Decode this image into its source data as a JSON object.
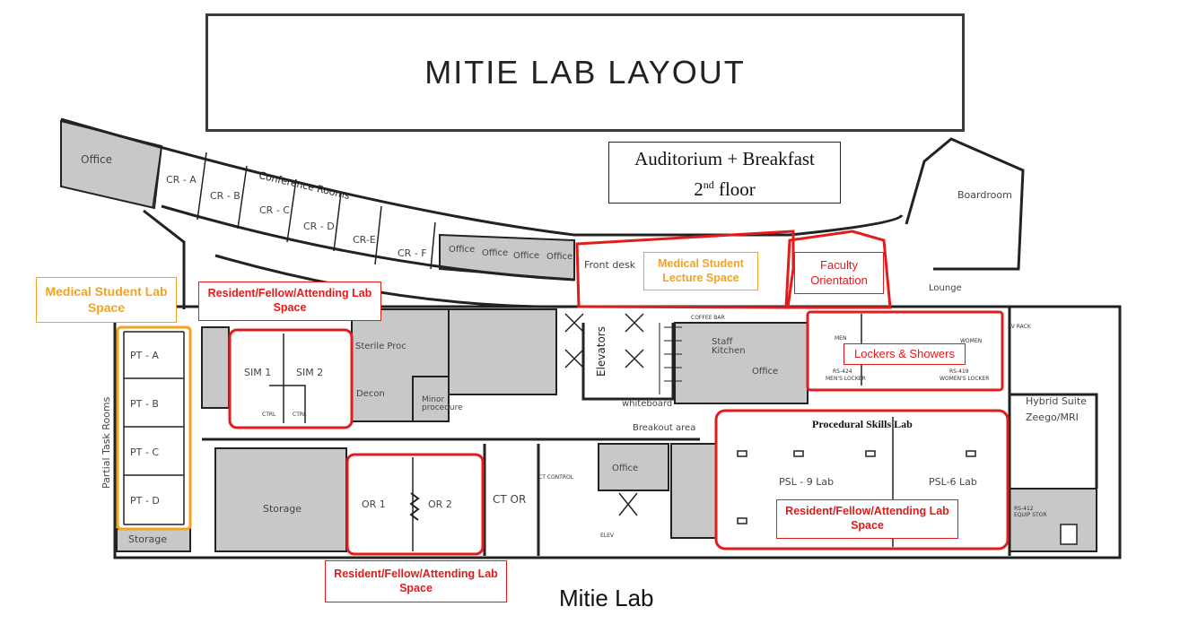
{
  "title": "MITIE LAB LAYOUT",
  "auditorium": {
    "line1": "Auditorium + Breakfast",
    "line2_num": "2",
    "line2_sup": "nd",
    "line2_rest": " floor"
  },
  "footer": "Mitie Lab",
  "colors": {
    "resident": "#e21b1b",
    "student": "#f3a31f",
    "room_fill": "#c8c8c8"
  },
  "callouts": {
    "med_student_lab": "Medical Student Lab Space",
    "resident_top": "Resident/Fellow/Attending Lab Space",
    "resident_bottom": "Resident/Fellow/Attending Lab Space",
    "resident_psl": "Resident/Fellow/Attending Lab Space",
    "med_student_lecture": "Medical Student Lecture Space",
    "faculty": "Faculty Orientation",
    "lockers": "Lockers & Showers"
  },
  "rooms": {
    "office_tl": "Office",
    "cr_a": "CR - A",
    "cr_b": "CR - B",
    "cr_c": "CR - C",
    "cr_d": "CR - D",
    "cr_e": "CR-E",
    "cr_f": "CR - F",
    "conference": "Conference Rooms",
    "office1": "Office",
    "office2": "Office",
    "office3": "Office",
    "office4": "Office",
    "front_desk": "Front desk",
    "boardroom": "Boardroom",
    "lounge": "Lounge",
    "pt_a": "PT - A",
    "pt_b": "PT - B",
    "pt_c": "PT - C",
    "pt_d": "PT - D",
    "partial_task": "Partial Task Rooms",
    "storage_l": "Storage",
    "sim1": "SIM 1",
    "sim2": "SIM 2",
    "ctrl1": "CTRL",
    "ctrl2": "CTRL",
    "sterile": "Sterile Proc",
    "decon": "Decon",
    "minor": "Minor procedure",
    "elevators": "Elevators",
    "coffee": "COFFEE BAR",
    "kitchen": "Staff Kitchen",
    "office_k": "Office",
    "men": "MEN",
    "women": "WOMEN",
    "rs424": "RS-424",
    "mens_locker": "MEN'S LOCKER",
    "rs419": "RS-419",
    "womens_locker": "WOMEN'S LOCKER",
    "av_rack": "AV RACK",
    "whiteboard": "whiteboard",
    "breakout": "Breakout area",
    "hybrid1": "Hybrid Suite",
    "hybrid2": "Zeego/MRI",
    "psl": "Procedural Skills Lab",
    "psl9": "PSL - 9 Lab",
    "psl6": "PSL-6 Lab",
    "storage": "Storage",
    "or1": "OR 1",
    "or2": "OR 2",
    "ct_or": "CT OR",
    "ct_control": "CT CONTROL",
    "office_c": "Office",
    "elev": "ELEV",
    "rs412": "RS-412",
    "equip": "EQUIP STOR"
  }
}
